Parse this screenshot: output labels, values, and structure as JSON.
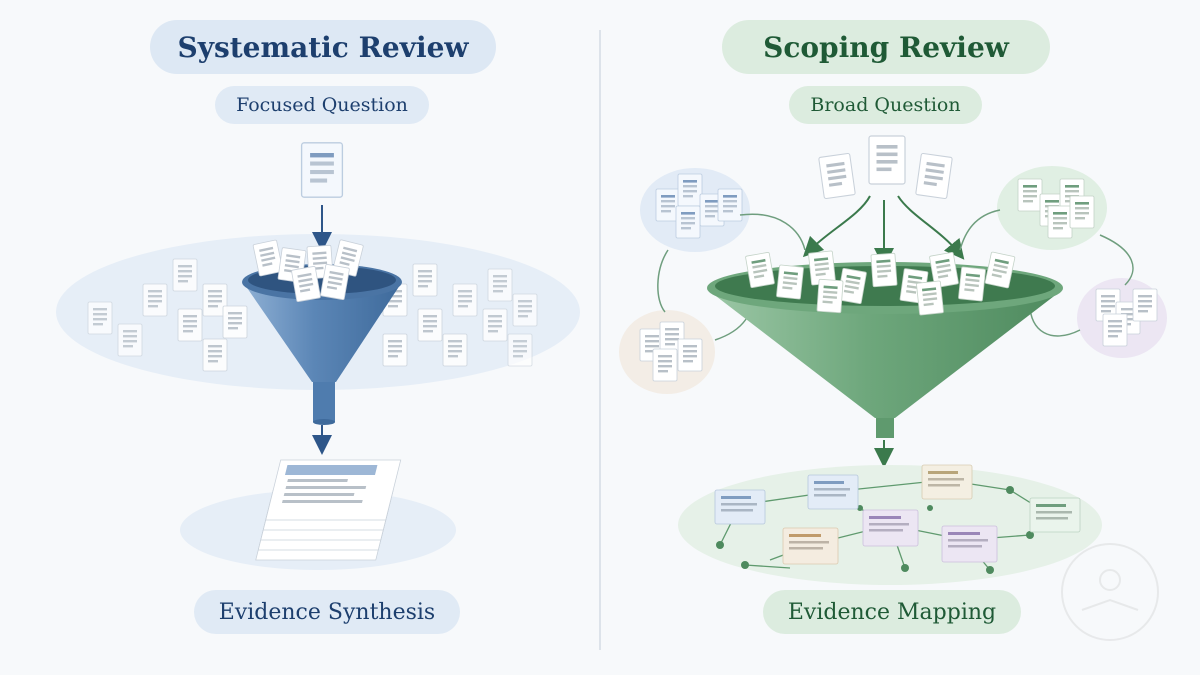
{
  "systematic": {
    "title": "Systematic Review",
    "question": "Focused Question",
    "outcome": "Evidence Synthesis"
  },
  "scoping": {
    "title": "Scoping Review",
    "question": "Broad Question",
    "outcome": "Evidence Mapping"
  },
  "colors": {
    "systematic_accent": "#4a78aa",
    "scoping_accent": "#5f9a6e",
    "background": "#f7f9fb"
  }
}
